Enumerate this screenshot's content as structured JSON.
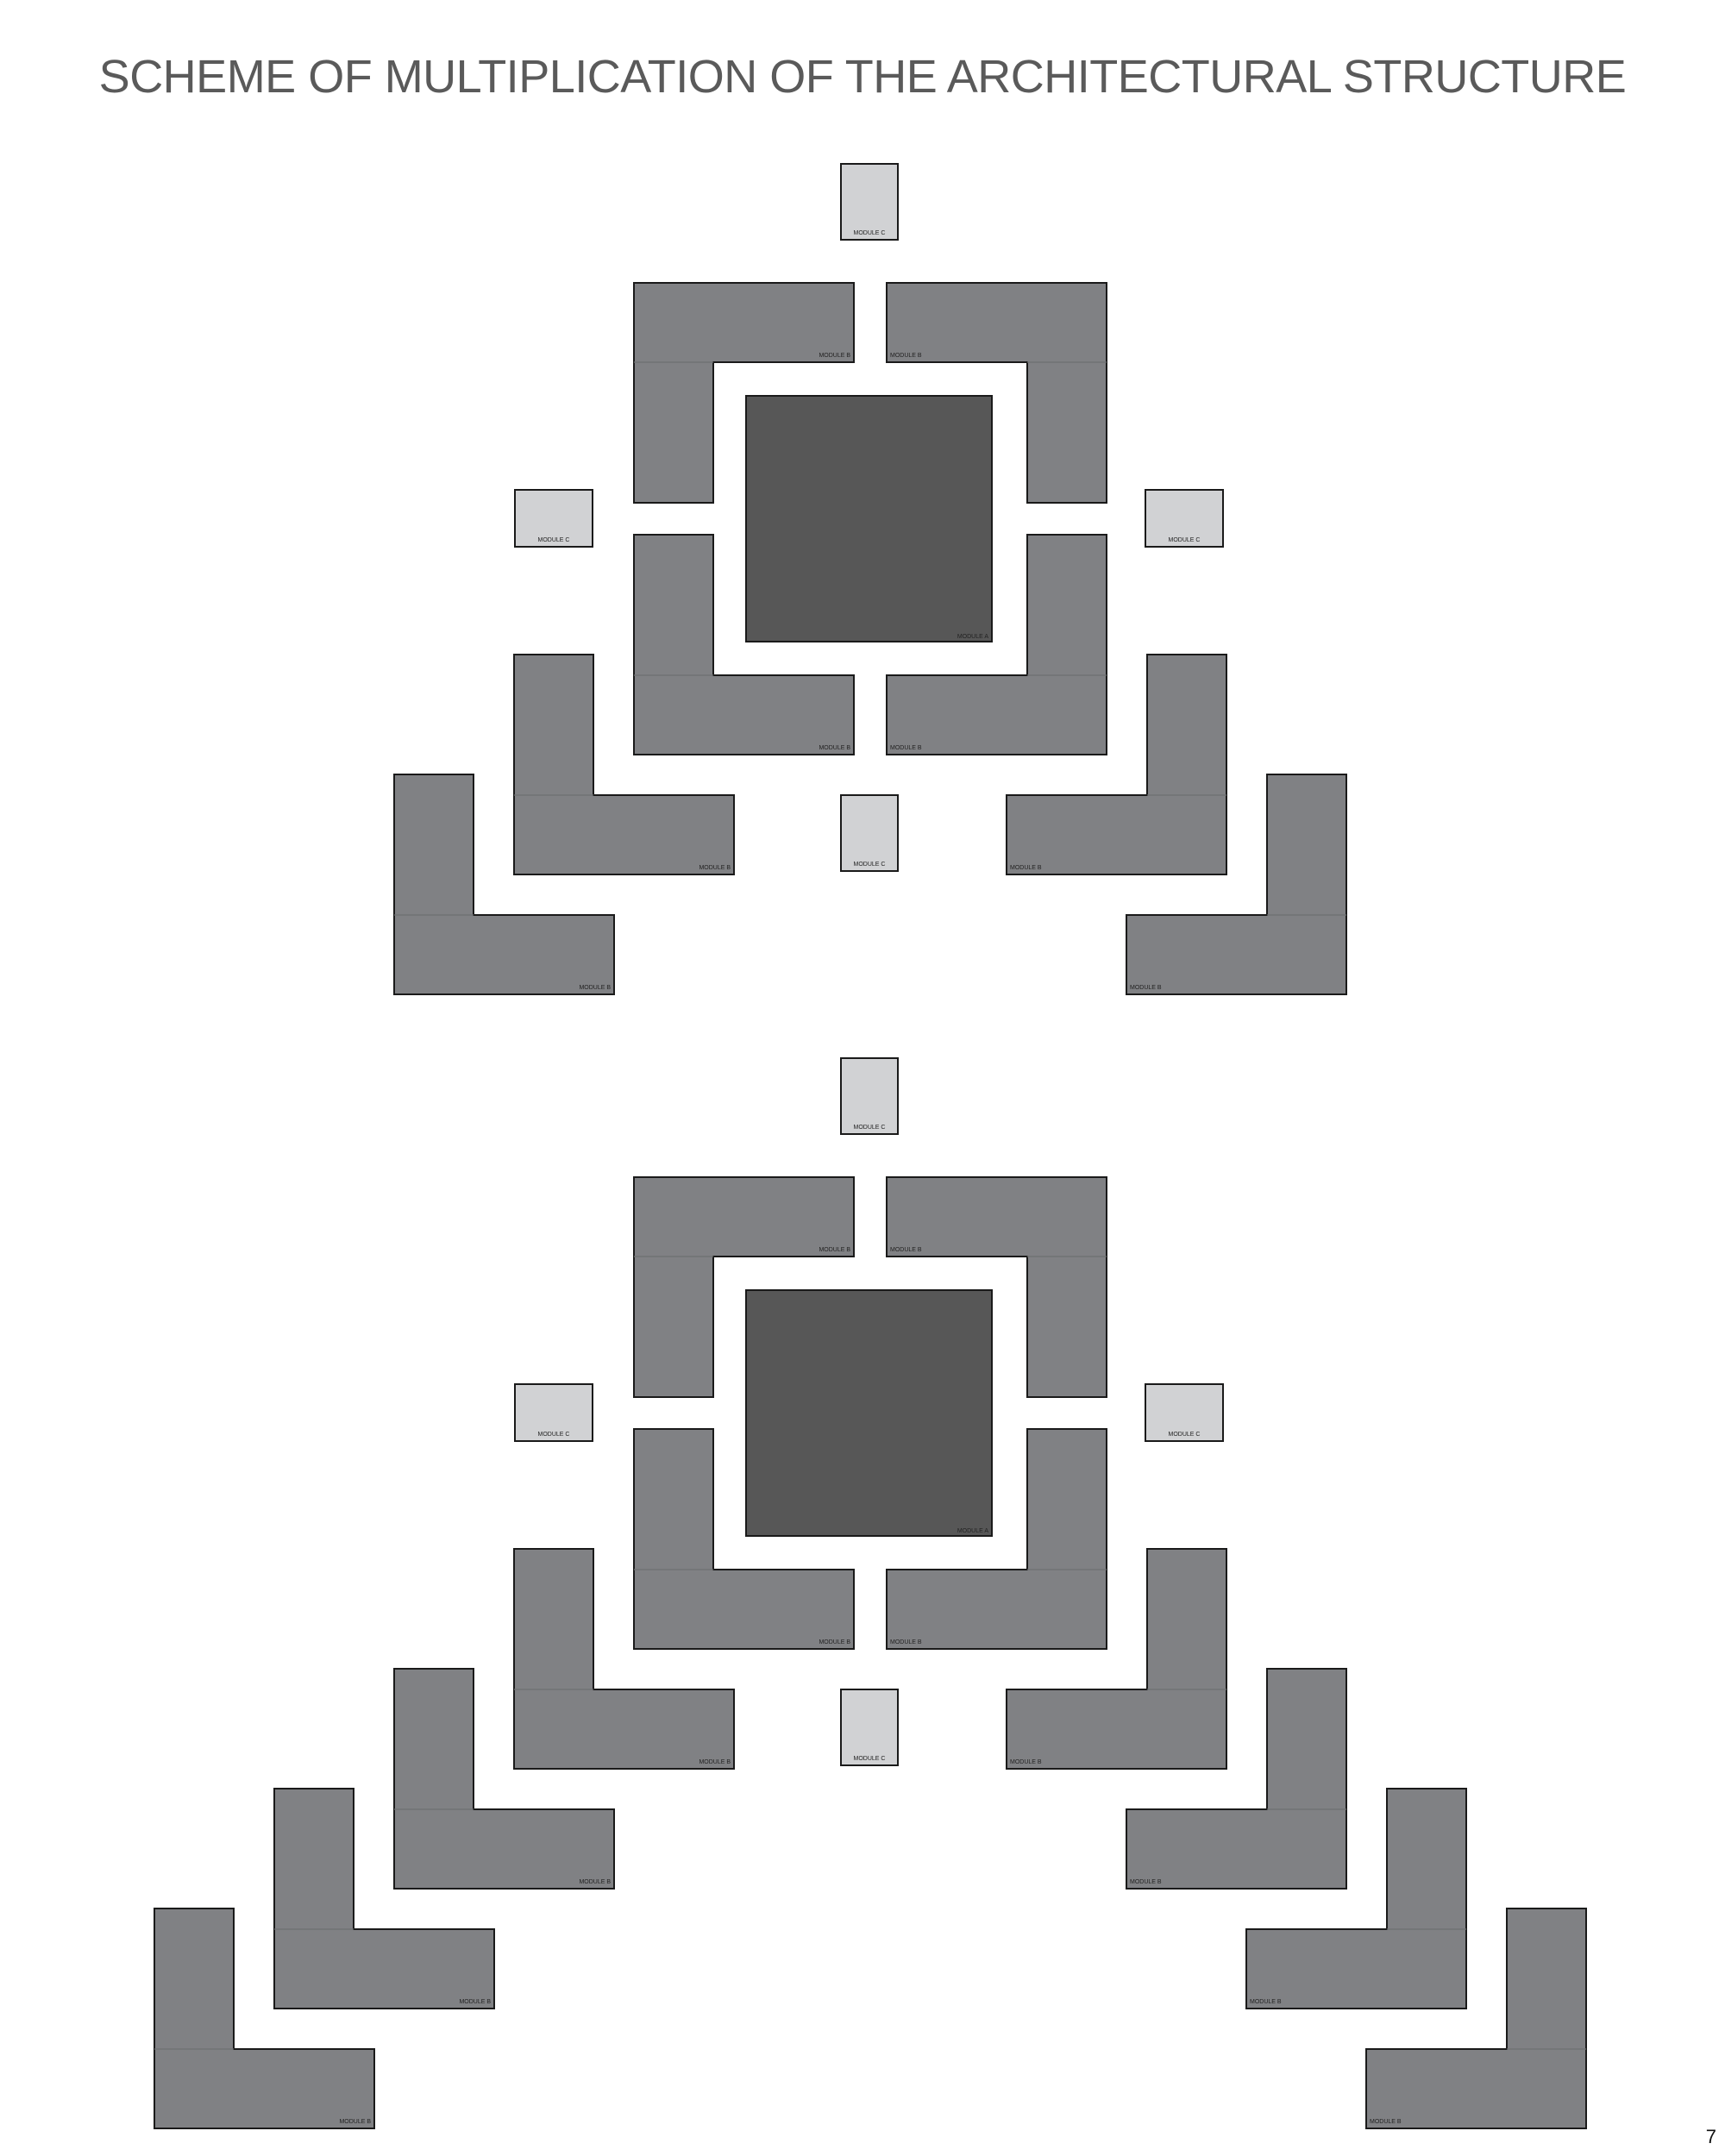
{
  "title": "SCHEME OF MULTIPLICATION OF THE ARCHITECTURAL STRUCTURE",
  "page_number": "7",
  "labels": {
    "module_a": "MODULE A",
    "module_b": "MODULE B",
    "module_c": "MODULE C"
  },
  "colors": {
    "module_a": "#575757",
    "module_b": "#808184",
    "module_c": "#d1d2d4",
    "outline": "#1a1a1a",
    "title": "#5a5a5a"
  },
  "schemes": [
    {
      "extra_l_pairs": 2
    },
    {
      "extra_l_pairs": 4
    }
  ]
}
